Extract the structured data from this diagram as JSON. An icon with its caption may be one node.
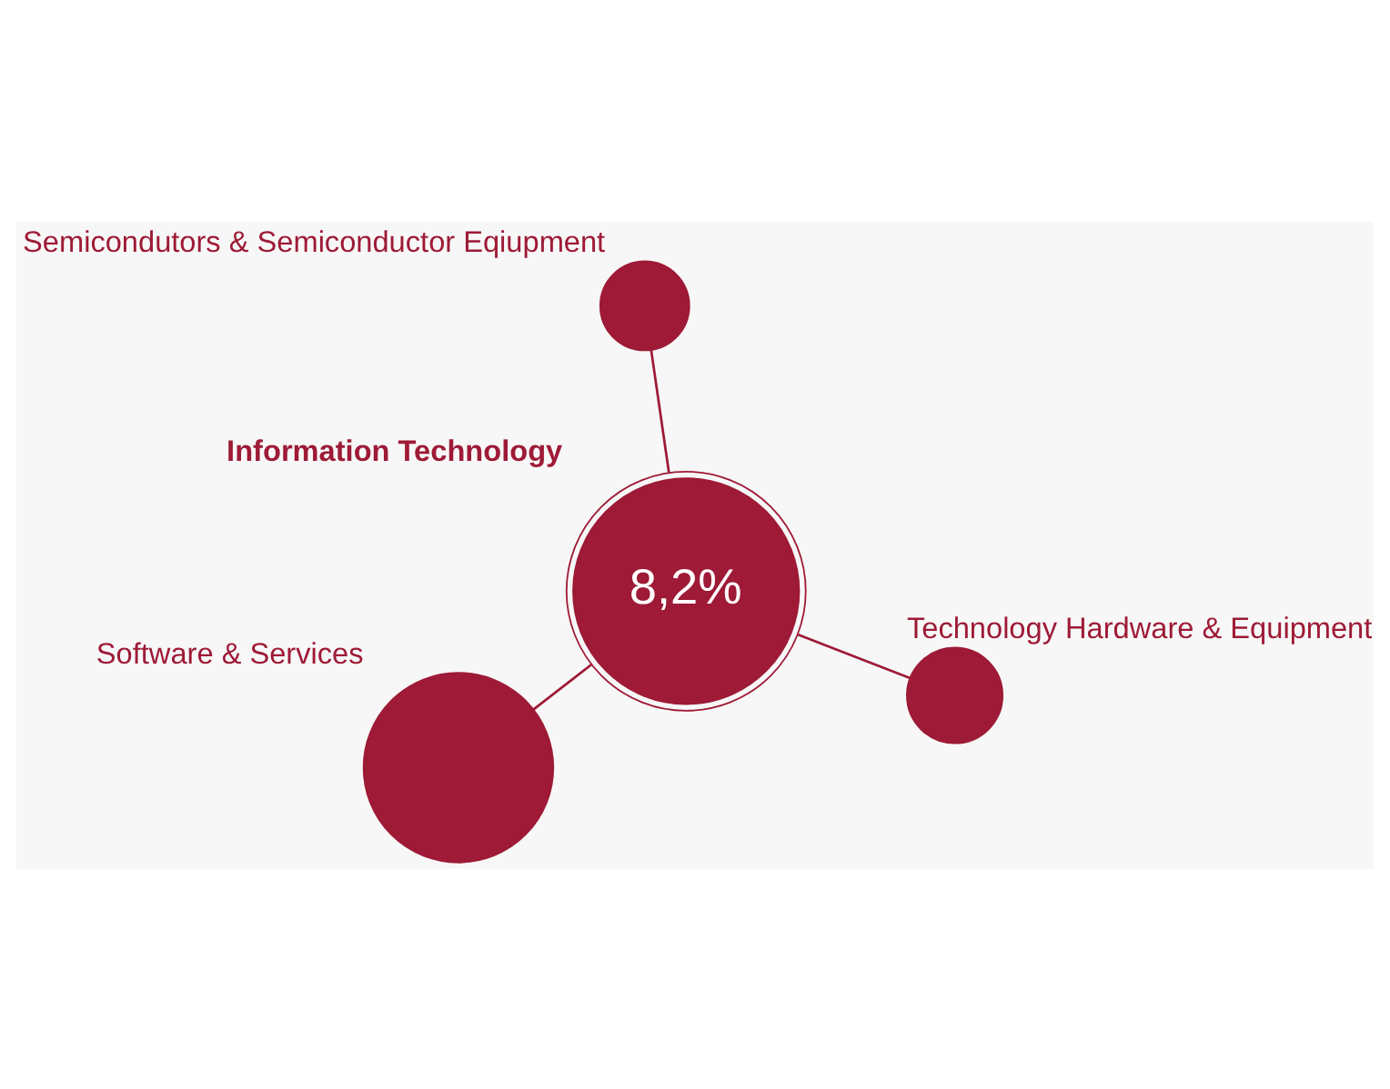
{
  "diagram": {
    "nodes": [
      {
        "text": [
          "Software & Services"
        ]
      },
      {
        "text": [
          "Technology Hardware & Equipment"
        ]
      },
      {
        "text": [
          "8,2%",
          "Information Technology"
        ]
      },
      {
        "text": [
          "Semicondutors & Semiconductor Eqiupment"
        ]
      }
    ],
    "edges": [
      {
        "from": 2,
        "to": 0,
        "arrow": "none"
      },
      {
        "from": 2,
        "to": 1,
        "arrow": "none"
      },
      {
        "from": 2,
        "to": 3,
        "arrow": "none"
      }
    ]
  }
}
